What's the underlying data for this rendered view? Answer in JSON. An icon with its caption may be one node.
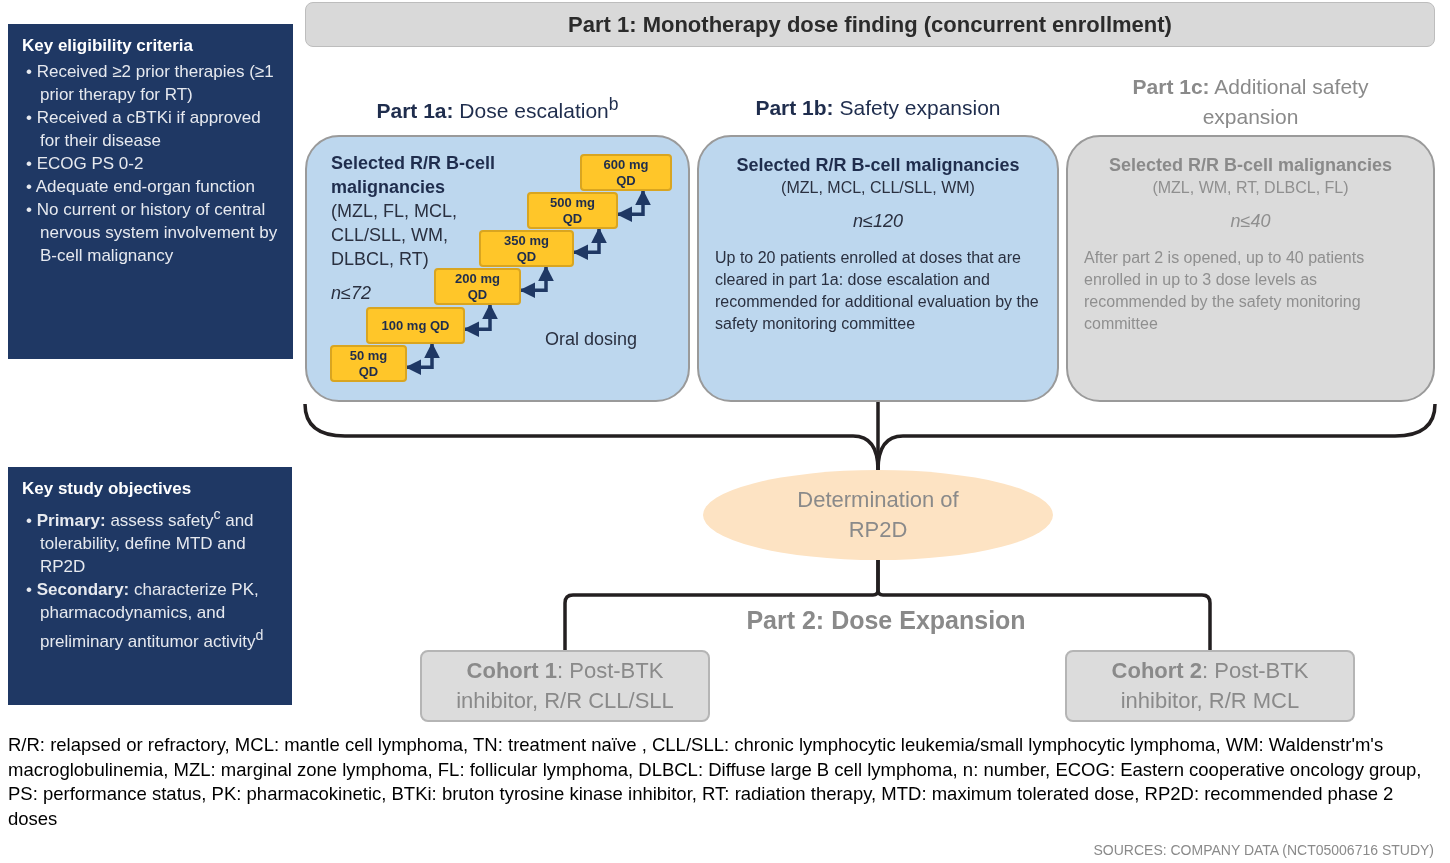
{
  "diagram": {
    "nodes": [
      {
        "text": [
          "Key eligibility criteria",
          "• Received ≥2 prior therapies (≥1 prior therapy for RT)",
          "• Received a cBTKi if approved for their disease",
          "• ECOG PS 0-2",
          "• Adequate end-organ function",
          "• No current or history of central nervous system involvement by B-cell malignancy"
        ]
      },
      {
        "text": [
          "Key study objectives",
          "• **Primary:** assess safety$^{c}$ and tolerability, define MTD and RP2D",
          "• **Secondary:** characterize PK, pharmacodynamics, and preliminary antitumor activity$^{d}$"
        ]
      },
      {
        "text": [
          "Part 1: Monotherapy dose finding (concurrent enrollment)"
        ]
      },
      {
        "text": [
          "**Part 1a:** Dose escalation$^{b}$",
          "Selected R/R B-cell malignancies",
          "(MZL, FL, MCL, CLL/SLL, WM, DLBCL, RT)",
          "n≤72",
          "Oral dosing"
        ]
      },
      {
        "text": [
          "50 mg QD"
        ],
        "in": 3
      },
      {
        "text": [
          "100 mg QD"
        ],
        "in": 3
      },
      {
        "text": [
          "200 mg QD"
        ],
        "in": 3
      },
      {
        "text": [
          "350 mg QD"
        ],
        "in": 3
      },
      {
        "text": [
          "500 mg QD"
        ],
        "in": 3
      },
      {
        "text": [
          "600 mg QD"
        ],
        "in": 3
      },
      {
        "text": [
          "**Part 1b:** Safety expansion",
          "Selected R/R B-cell malignancies",
          "(MZL, MCL, CLL/SLL, WM)",
          "n≤120",
          "Up to 20 patients enrolled at doses that are cleared in part 1a: dose escalation and recommended for additional evaluation by the safety monitoring committee"
        ]
      },
      {
        "text": [
          "**Part 1c:** Additional safety expansion",
          "Selected R/R B-cell malignancies",
          "(MZL, WM, RT, DLBCL, FL)",
          "n≤40",
          "After part 2 is opened, up to 40 patients enrolled in up to 3 dose levels as recommended by the safety monitoring committee"
        ]
      },
      {
        "text": [
          "Determination of RP2D"
        ]
      },
      {
        "text": [
          "**Cohort 1**: Post-BTK inhibitor, R/R CLL/SLL"
        ]
      },
      {
        "text": [
          "**Cohort 2**: Post-BTK inhibitor, R/R MCL"
        ]
      }
    ],
    "edges": [
      {
        "from": 4,
        "to": 5,
        "arrow": "both",
        "color": "#1f3864"
      },
      {
        "from": 5,
        "to": 6,
        "arrow": "both",
        "color": "#1f3864"
      },
      {
        "from": 6,
        "to": 7,
        "arrow": "both",
        "color": "#1f3864"
      },
      {
        "from": 7,
        "to": 8,
        "arrow": "both",
        "color": "#1f3864"
      },
      {
        "from": 8,
        "to": 9,
        "arrow": "both",
        "color": "#1f3864"
      },
      {
        "from": 3,
        "to": 12,
        "arrow": "none"
      },
      {
        "from": 10,
        "to": 12,
        "arrow": "none"
      },
      {
        "from": 11,
        "to": 12,
        "arrow": "none"
      },
      {
        "from": 12,
        "to": 13,
        "arrow": "none"
      },
      {
        "from": 12,
        "to": 14,
        "arrow": "none"
      }
    ],
    "labels": [
      "Part 2: Dose Expansion",
      "R/R: relapsed or refractory, MCL: mantle cell lymphoma, TN: treatment naïve , CLL/SLL: chronic lymphocytic leukemia/small lymphocytic lymphoma, WM: Waldenstr'm's macroglobulinemia, MZL: marginal zone lymphoma, FL: follicular lymphoma, DLBCL: Diffuse large B cell lymphoma, n: number, ECOG: Eastern cooperative oncology group, PS: performance status, PK: pharmacokinetic, BTKi: bruton tyrosine kinase inhibitor, RT: radiation therapy, MTD: maximum tolerated dose, RP2D: recommended phase 2 doses",
      "SOURCES: COMPANY DATA (NCT05006716 STUDY)"
    ]
  }
}
